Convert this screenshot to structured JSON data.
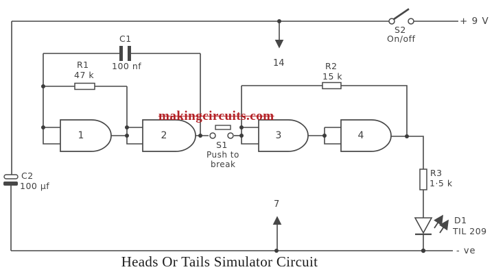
{
  "page": {
    "caption": "Heads Or Tails Simulator Circuit",
    "watermark": "makingcircuits.com"
  },
  "power": {
    "positive_rail": "+ 9 V",
    "negative_rail": "- ve",
    "ic_power_pin_top": "14",
    "ic_power_pin_bottom": "7"
  },
  "gates": [
    {
      "label": "1"
    },
    {
      "label": "2"
    },
    {
      "label": "3"
    },
    {
      "label": "4"
    }
  ],
  "components": {
    "c1": {
      "ref": "C1",
      "value": "100 nf"
    },
    "r1": {
      "ref": "R1",
      "value": "47 k"
    },
    "r2": {
      "ref": "R2",
      "value": "15 k"
    },
    "r3": {
      "ref": "R3",
      "value": "1·5 k"
    },
    "c2": {
      "ref": "C2",
      "value": "100 μf"
    },
    "s1": {
      "ref": "S1",
      "note_line1": "Push to",
      "note_line2": "break"
    },
    "s2": {
      "ref": "S2",
      "note": "On/off"
    },
    "d1": {
      "ref": "D1",
      "value": "TIL 209"
    }
  },
  "colors": {
    "line": "#474747",
    "label": "#3f3f3f",
    "watermark": "#b32025",
    "background": "#ffffff"
  }
}
